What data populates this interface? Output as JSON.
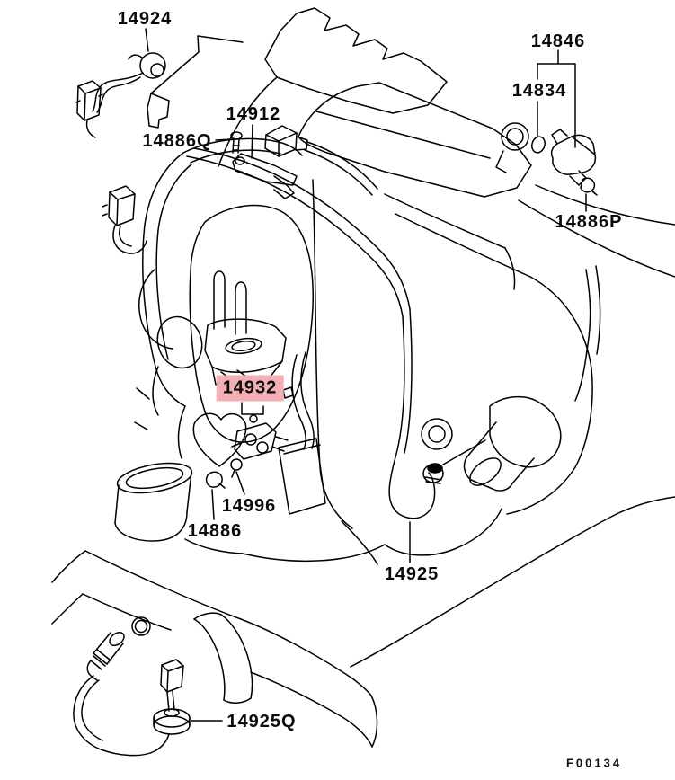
{
  "figure": {
    "code": "F00134",
    "highlighted_part": "14932",
    "highlight_color": "#f2afb6",
    "line_color": "#000000",
    "background_color": "#ffffff"
  },
  "labels": [
    {
      "text": "14924",
      "highlighted": false
    },
    {
      "text": "14886Q",
      "highlighted": false
    },
    {
      "text": "14912",
      "highlighted": false
    },
    {
      "text": "14846",
      "highlighted": false
    },
    {
      "text": "14834",
      "highlighted": false
    },
    {
      "text": "14886P",
      "highlighted": false
    },
    {
      "text": "14932",
      "highlighted": true
    },
    {
      "text": "14996",
      "highlighted": false
    },
    {
      "text": "14886",
      "highlighted": false
    },
    {
      "text": "14925",
      "highlighted": false
    },
    {
      "text": "14925Q",
      "highlighted": false
    }
  ]
}
